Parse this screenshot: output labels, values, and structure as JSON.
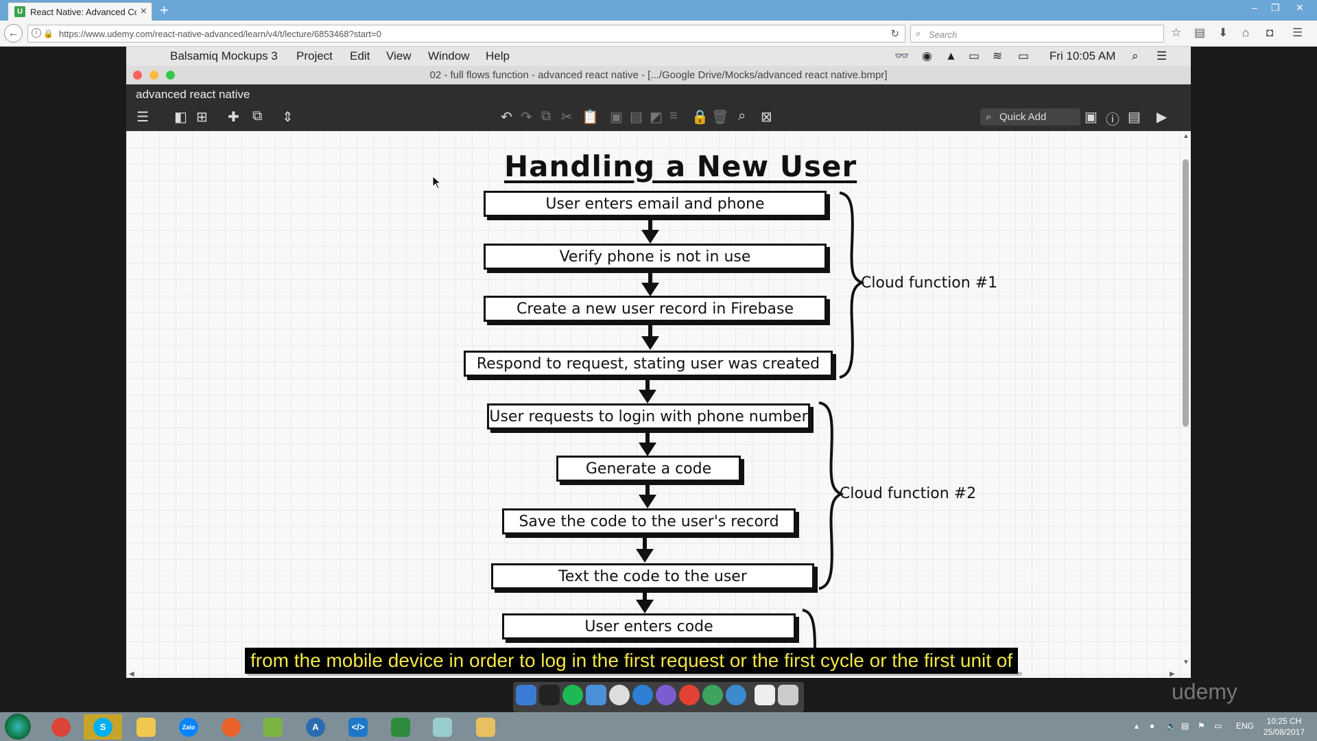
{
  "browser": {
    "tab_title": "React Native: Advanced Cor",
    "tab_favicon": "U",
    "url": "https://www.udemy.com/react-native-advanced/learn/v4/t/lecture/6853468?start=0",
    "search_placeholder": "Search"
  },
  "mac_menubar": {
    "app": "Balsamiq Mockups 3",
    "menus": [
      "Project",
      "Edit",
      "View",
      "Window",
      "Help"
    ],
    "clock": "Fri 10:05 AM"
  },
  "balsamiq": {
    "window_title": "02 - full flows function - advanced react native - [.../Google Drive/Mocks/advanced react native.bmpr]",
    "project_name": "advanced react native",
    "quick_add": "Quick Add"
  },
  "flowchart": {
    "title": "Handling a New User",
    "steps": [
      "User enters email and phone",
      "Verify phone is not in use",
      "Create a new user record in Firebase",
      "Respond to request, stating user was created",
      "User requests to login with phone number",
      "Generate a code",
      "Save the code to the user's record",
      "Text the code to the user",
      "User enters code"
    ],
    "groups": [
      "Cloud function #1",
      "Cloud function #2"
    ]
  },
  "subtitle": "from the mobile device in order to log in the first request or the first cycle or the first unit of",
  "watermark": "udemy",
  "taskbar": {
    "tray_lang": "ENG",
    "time": "10:25 CH",
    "date": "25/08/2017"
  },
  "colors": {
    "subtitle_text": "#f4e646",
    "browser_title": "#6aa7d8",
    "taskbar": "#7f8f98"
  }
}
